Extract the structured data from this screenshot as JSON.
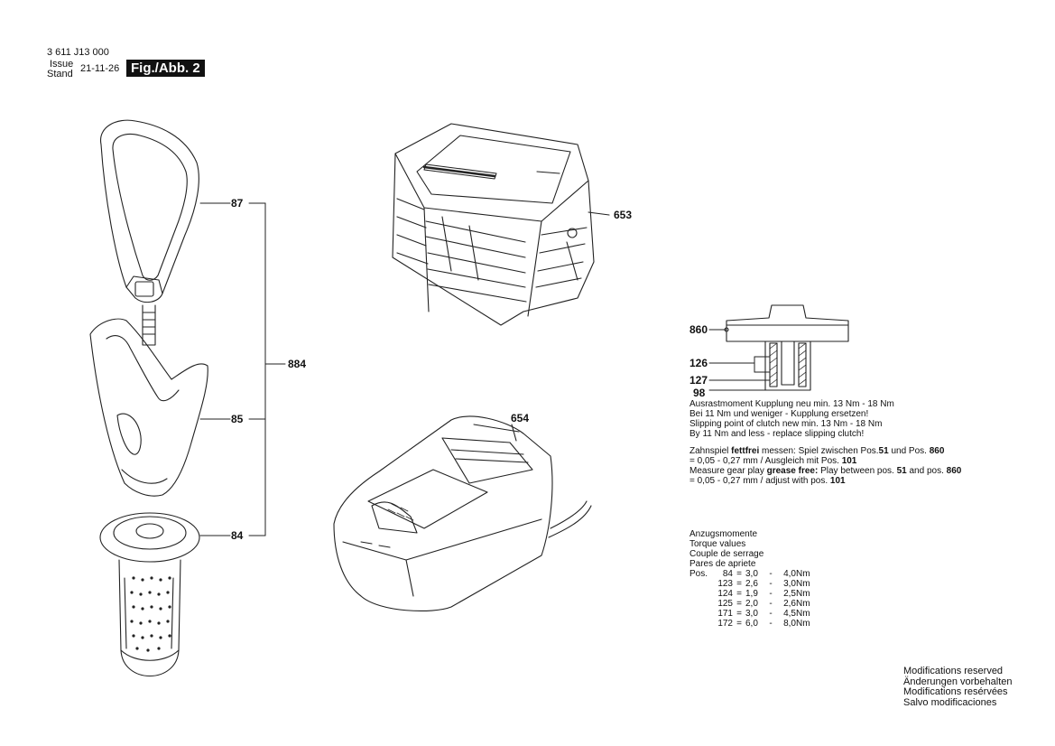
{
  "header": {
    "doc_number": "3 611 J13 000",
    "issue_label": "Issue",
    "stand_label": "Stand",
    "date": "21-11-26",
    "figure_label": "Fig./Abb. 2"
  },
  "callouts": {
    "p87": "87",
    "p85": "85",
    "p84": "84",
    "p884": "884",
    "p653": "653",
    "p654": "654",
    "p860": "860",
    "p126": "126",
    "p127": "127",
    "p98": "98"
  },
  "clutch_note": {
    "line1": "Ausrastmoment Kupplung neu min. 13 Nm - 18 Nm",
    "line2": "Bei 11 Nm und weniger - Kupplung ersetzen!",
    "line3": "Slipping point of clutch new min. 13 Nm - 18 Nm",
    "line4": "By 11 Nm and less - replace slipping clutch!"
  },
  "gear_note": {
    "de_a": "Zahnspiel ",
    "de_b": "fettfrei",
    "de_c": " messen: Spiel zwischen Pos.",
    "de_d": "51",
    "de_e": " und Pos. ",
    "de_f": "860",
    "de2_a": "= 0,05 - 0,27 mm / Ausgleich mit Pos. ",
    "de2_b": "101",
    "en_a": "Measure gear play ",
    "en_b": "grease free:",
    "en_c": " Play between pos. ",
    "en_d": "51",
    "en_e": " and pos. ",
    "en_f": "860",
    "en2_a": "= 0,05 - 0,27 mm / adjust with pos. ",
    "en2_b": "101"
  },
  "torque": {
    "titles": [
      "Anzugsmomente",
      "Torque values",
      "Couple de serrage",
      "Pares de apriete"
    ],
    "pos_label": "Pos.",
    "rows": [
      {
        "pos": "84",
        "low": "3,0",
        "high": "4,0",
        "unit": "Nm"
      },
      {
        "pos": "123",
        "low": "2,6",
        "high": "3,0",
        "unit": "Nm"
      },
      {
        "pos": "124",
        "low": "1,9",
        "high": "2,5",
        "unit": "Nm"
      },
      {
        "pos": "125",
        "low": "2,0",
        "high": "2,6",
        "unit": "Nm"
      },
      {
        "pos": "171",
        "low": "3,0",
        "high": "4,5",
        "unit": "Nm"
      },
      {
        "pos": "172",
        "low": "6,0",
        "high": "8,0",
        "unit": "Nm"
      }
    ]
  },
  "footer": {
    "lines": [
      "Modifications reserved",
      "Änderungen vorbehalten",
      "Modifications resérvées",
      "Salvo modificaciones"
    ]
  }
}
